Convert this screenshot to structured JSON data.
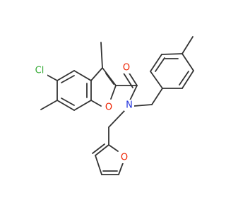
{
  "molecule": {
    "atoms": [
      {
        "id": "cl",
        "label": "Cl",
        "color": "#33aa33"
      },
      {
        "id": "o_furan_core",
        "label": "O",
        "color": "#ee2200"
      },
      {
        "id": "o_carbonyl",
        "label": "O",
        "color": "#ee2200"
      },
      {
        "id": "n_amide",
        "label": "N",
        "color": "#2233dd"
      },
      {
        "id": "o_furan_side",
        "label": "O",
        "color": "#ee2200"
      }
    ],
    "bond_color": "#333333"
  }
}
